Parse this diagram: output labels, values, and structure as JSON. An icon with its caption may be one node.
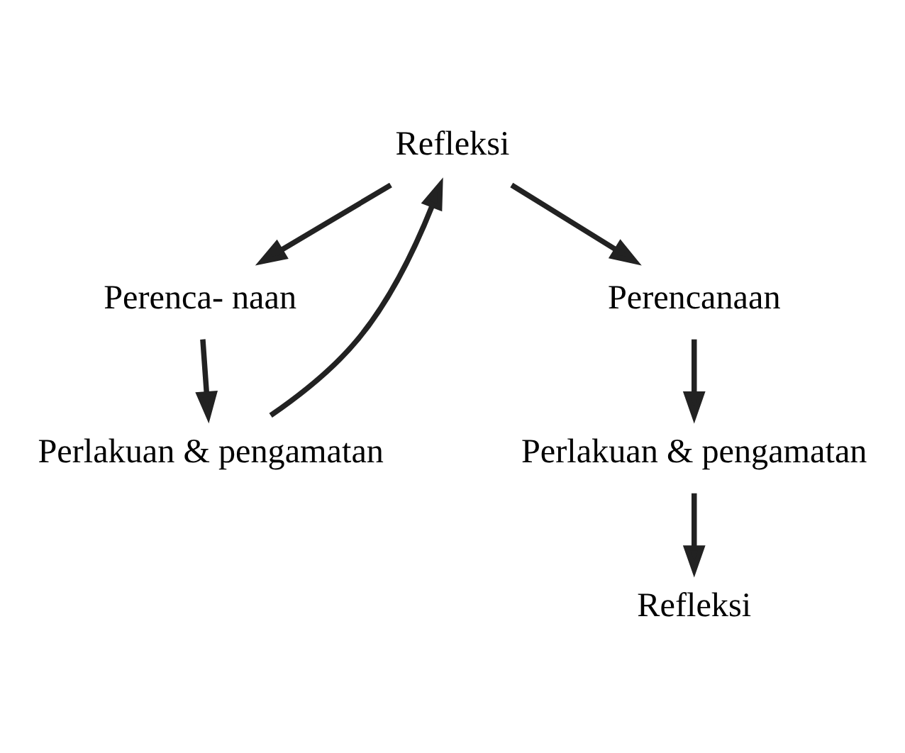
{
  "diagram": {
    "nodes": [
      {
        "text": [
          "Refleksi"
        ]
      },
      {
        "text": [
          "Perenca- naan"
        ]
      },
      {
        "text": [
          "Perlakuan & pengamatan"
        ]
      },
      {
        "text": [
          "Perencanaan"
        ]
      },
      {
        "text": [
          "Refleksi"
        ]
      },
      {
        "text": [
          "Perlakuan & pengamatan"
        ]
      }
    ],
    "edges": [
      {
        "from": 0,
        "to": 1,
        "arrow": "to"
      },
      {
        "from": 1,
        "to": 2,
        "arrow": "to"
      },
      {
        "from": 2,
        "to": 0,
        "arrow": "to"
      },
      {
        "from": 0,
        "to": 3,
        "arrow": "to"
      },
      {
        "from": 3,
        "to": 5,
        "arrow": "to"
      },
      {
        "from": 5,
        "to": 4,
        "arrow": "to"
      }
    ]
  }
}
